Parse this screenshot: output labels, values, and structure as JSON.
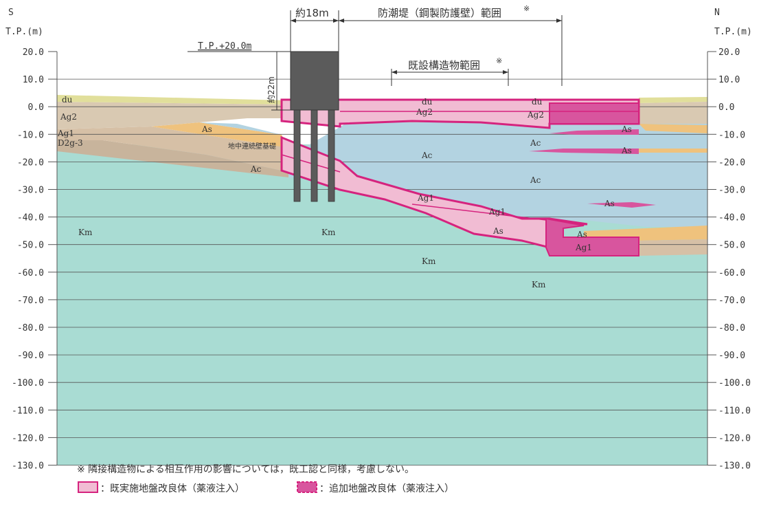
{
  "diagram": {
    "left_direction": "S",
    "right_direction": "N",
    "left_axis_unit": "T.P.(m)",
    "right_axis_unit": "T.P.(m)",
    "elevation_ticks": [
      "20.0",
      "10.0",
      "0.0",
      "-10.0",
      "-20.0",
      "-30.0",
      "-40.0",
      "-50.0",
      "-60.0",
      "-70.0",
      "-80.0",
      "-90.0",
      "-100.0",
      "-110.0",
      "-120.0",
      "-130.0"
    ],
    "elevation_values": [
      20,
      10,
      0,
      -10,
      -20,
      -30,
      -40,
      -50,
      -60,
      -70,
      -80,
      -90,
      -100,
      -110,
      -120,
      -130
    ],
    "dimensions": {
      "width_label": "約18m",
      "wall_range_label": "防潮堤（鋼製防護壁）範囲",
      "wall_range_mark": "※",
      "existing_range_label": "既設構造物範囲",
      "existing_range_mark": "※",
      "top_elevation_label": "T.P.+20.0m",
      "height_label": "約22m"
    },
    "layers": {
      "du_left": "du",
      "du_mid": "du",
      "du_right": "du",
      "ag2_left": "Ag2",
      "ag2_mid": "Ag2",
      "ag2_right": "Ag2",
      "ag1_left": "Ag1",
      "ag1_mid1": "Ag1",
      "ag1_mid2": "Ag1",
      "ag1_right": "Ag1",
      "d2g3": "D2g-3",
      "as_left": "As",
      "as_mid": "As",
      "as_right1": "As",
      "as_right2": "As",
      "as_right3": "As",
      "as_right4": "As",
      "foundation": "地中連続壁基礎",
      "ac_left": "Ac",
      "ac_mid": "Ac",
      "ac_right1": "Ac",
      "ac_right2": "Ac",
      "km_left": "Km",
      "km_mid": "Km",
      "km_lower": "Km",
      "km_right": "Km"
    },
    "footnote": "※ 隣接構造物による相互作用の影響については，既工認と同様，考慮しない。",
    "legend": [
      {
        "label": "：既実施地盤改良体（薬液注入）",
        "style": "existing"
      },
      {
        "label": "：追加地盤改良体（薬液注入）",
        "style": "additional"
      }
    ],
    "colors": {
      "km": "#a9dcd3",
      "ac": "#b3d3e1",
      "ag2": "#d9c9b2",
      "ag1": "#d6c0a6",
      "as": "#efc27d",
      "du": "#e1df9b",
      "d2g": "#c8b49c",
      "structure": "#555555",
      "improvement_fill": "#f1bcd3",
      "improvement_edge": "#d5237e",
      "additional_fill": "#d8559e"
    }
  }
}
